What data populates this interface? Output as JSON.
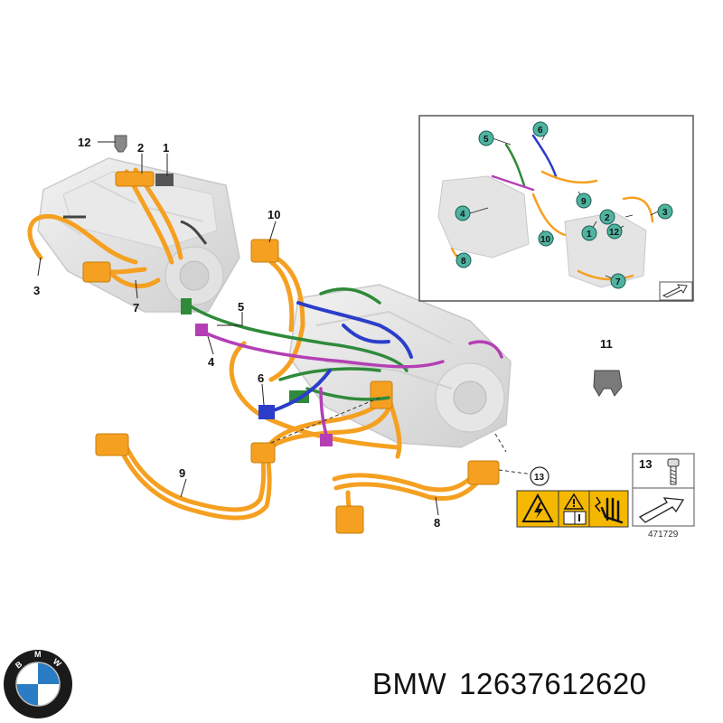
{
  "callouts": {
    "c1": "1",
    "c2": "2",
    "c3": "3",
    "c4": "4",
    "c5": "5",
    "c6": "6",
    "c7": "7",
    "c8": "8",
    "c9": "9",
    "c10": "10",
    "c11": "11",
    "c12": "12",
    "c13": "13",
    "c13_circle": "13"
  },
  "inset_callouts": {
    "i1": "1",
    "i2": "2",
    "i3": "3",
    "i4": "4",
    "i5": "5",
    "i6": "6",
    "i7": "7",
    "i8": "8",
    "i9": "9",
    "i10": "10",
    "i12": "12"
  },
  "diagram_number": "471729",
  "caption": {
    "brand": "BMW",
    "part_number": "12637612620"
  },
  "logo": {
    "lettering": "BMW",
    "colors": {
      "blue": "#2a7dc4",
      "white": "#ffffff",
      "ring": "#1a1a1a"
    }
  },
  "colors": {
    "orange_cable": "#f5a020",
    "green_cable": "#2f8a3a",
    "blue_cable": "#2b3ec9",
    "purple_cable": "#b43fb4",
    "inset_marker": "#4fb3a0",
    "warning_yellow": "#f5b800"
  },
  "icons": [
    "high-voltage-warning-icon",
    "caution-triangle-icon",
    "manual-book-icon",
    "electric-hand-icon",
    "arrow-pointer-icon",
    "bolt-screw-icon",
    "bmw-logo-icon"
  ]
}
